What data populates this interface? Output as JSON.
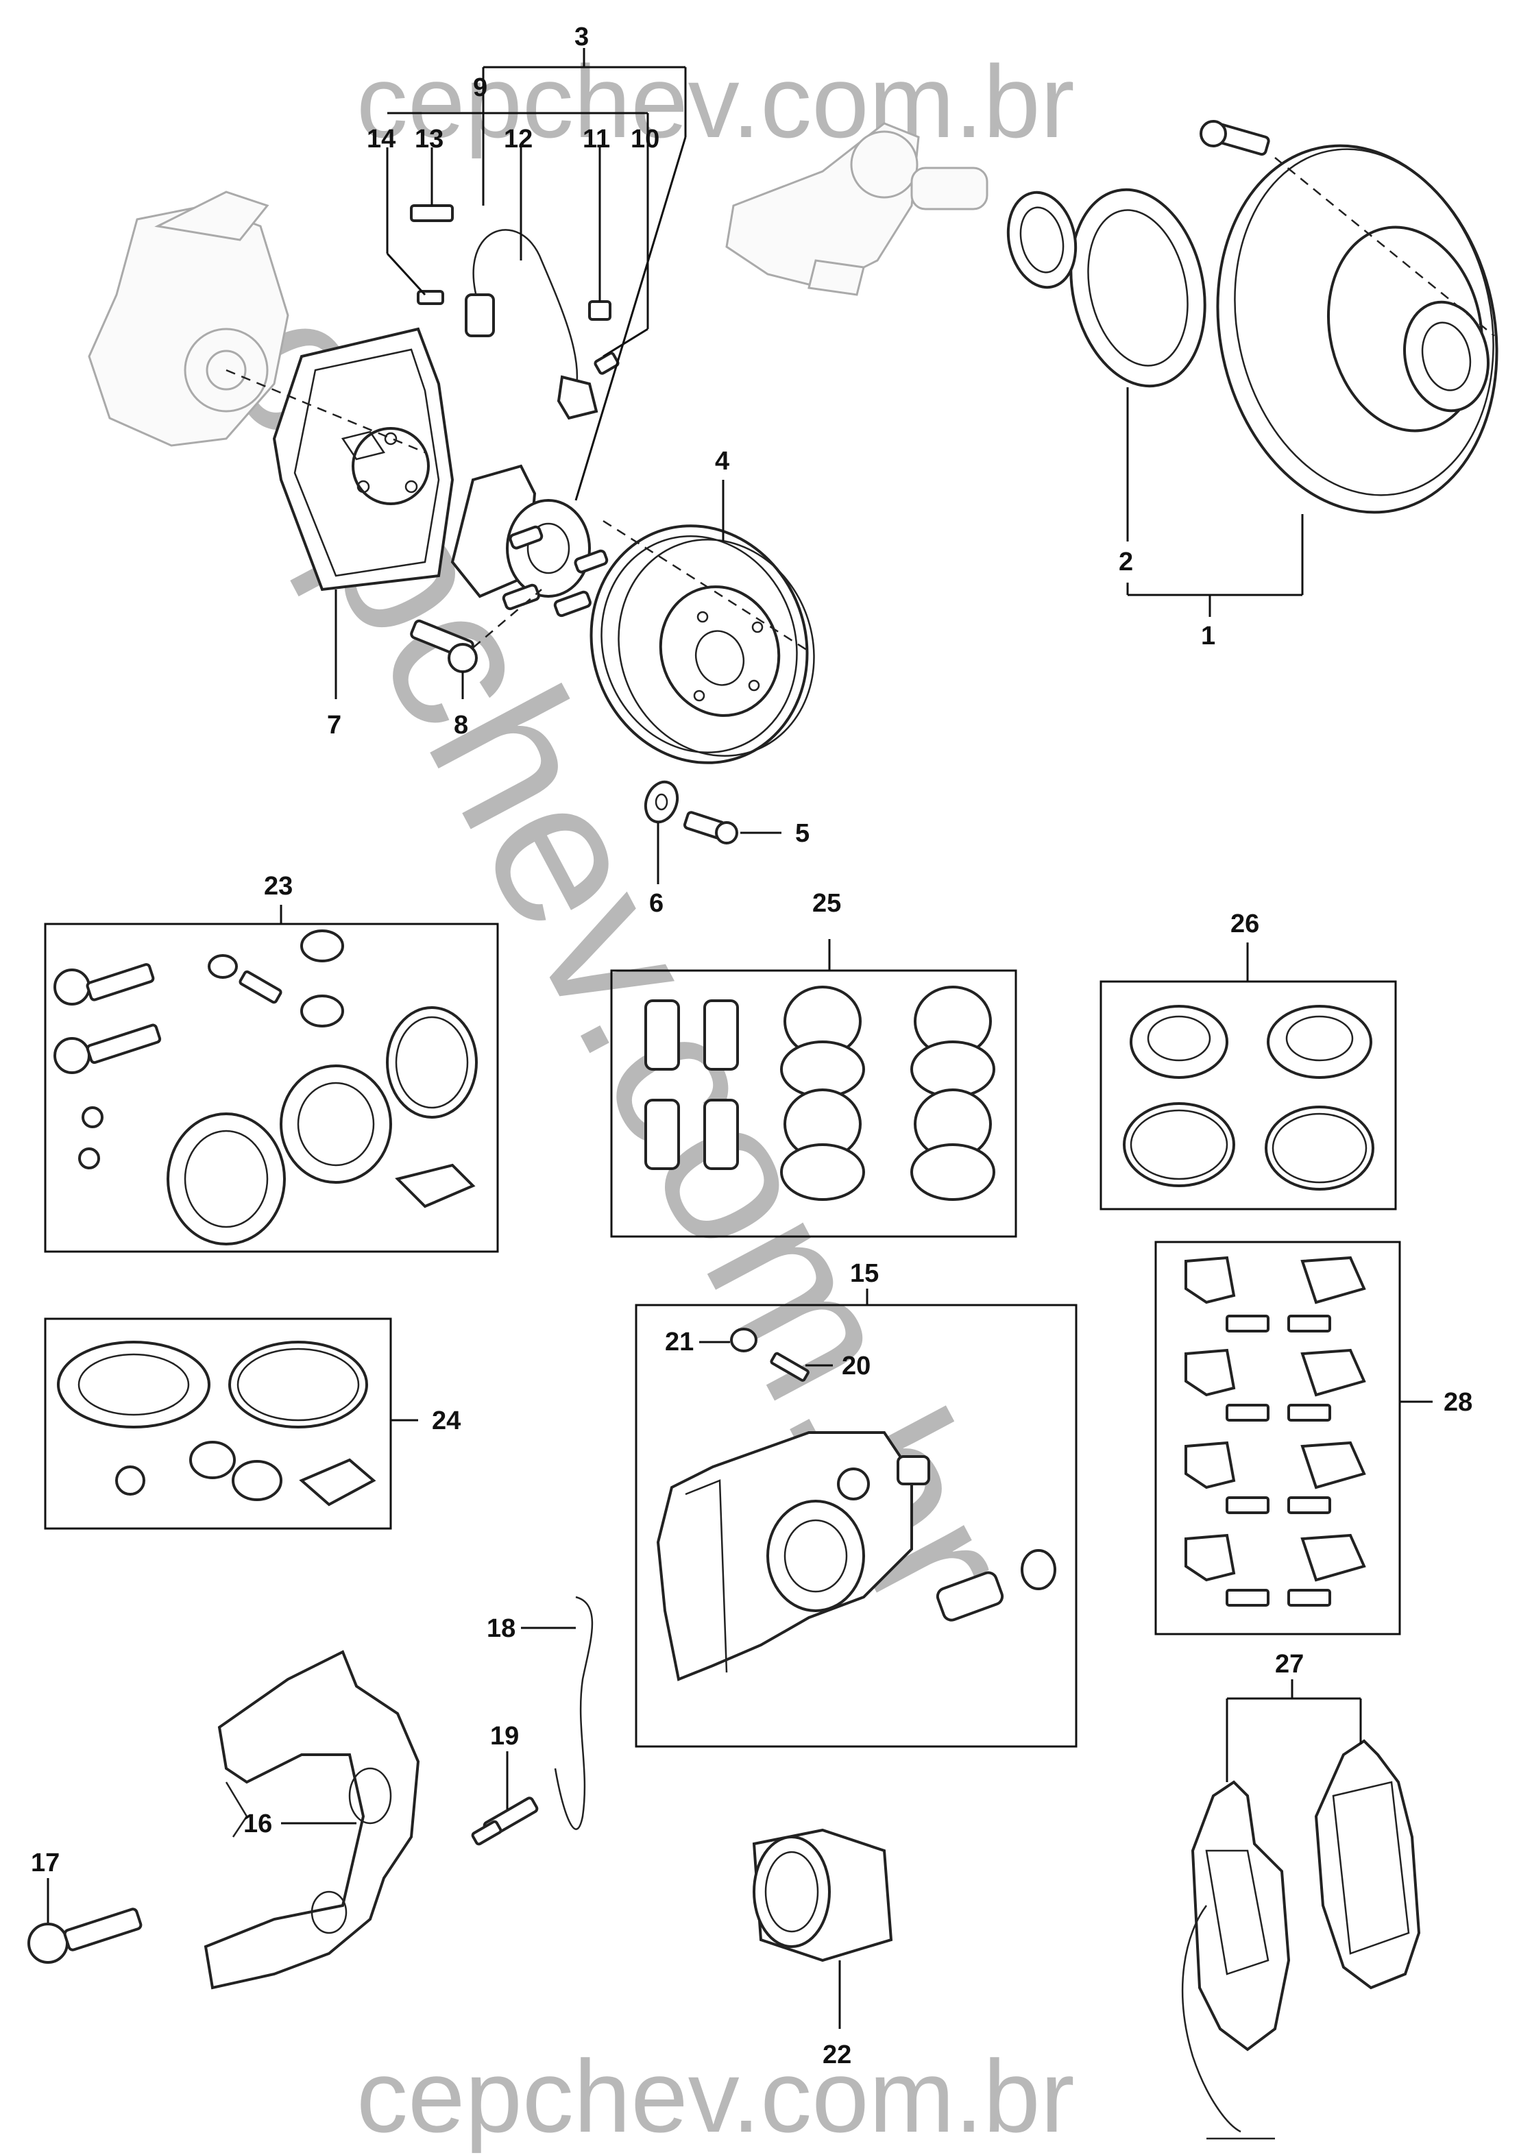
{
  "watermark": {
    "top": "cepchev.com.br",
    "bottom": "cepchev.com.br",
    "diagonal": "cepchev.com.br"
  },
  "labels": {
    "p1": "1",
    "p2": "2",
    "p3": "3",
    "p4": "4",
    "p5": "5",
    "p6": "6",
    "p7": "7",
    "p8": "8",
    "p9": "9",
    "p10": "10",
    "p11": "11",
    "p12": "12",
    "p13": "13",
    "p14": "14",
    "p15": "15",
    "p16": "16",
    "p17": "17",
    "p18": "18",
    "p19": "19",
    "p20": "20",
    "p21": "21",
    "p22": "22",
    "p23": "23",
    "p24": "24",
    "p25": "25",
    "p26": "26",
    "p27": "27",
    "p28": "28"
  },
  "colors": {
    "line": "#111111",
    "watermark": "#b8b8b8",
    "ghost": "#aaaaaa"
  }
}
